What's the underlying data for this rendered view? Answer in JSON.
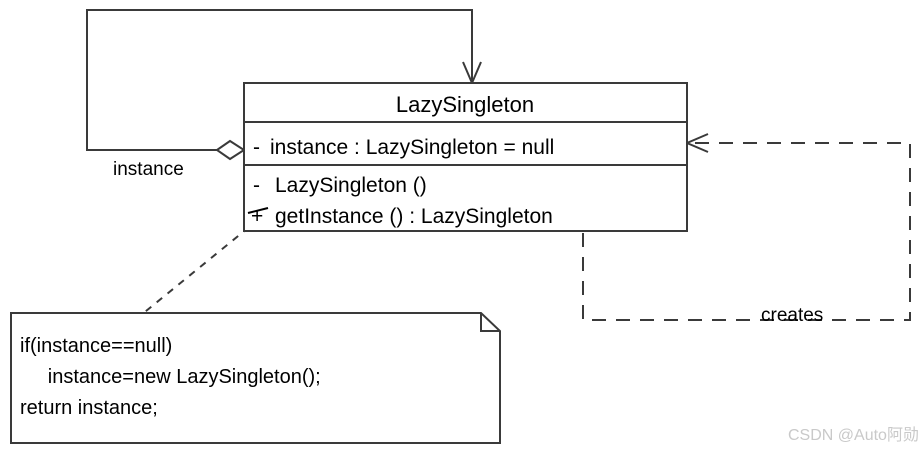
{
  "diagram": {
    "title": "LazySingleton UML Class Diagram",
    "class_box": {
      "name": "LazySingleton",
      "attributes": [
        {
          "visibility": "-",
          "text": "instance : LazySingleton  = null"
        }
      ],
      "operations": [
        {
          "visibility": "-",
          "text": "LazySingleton ()"
        },
        {
          "visibility": "+",
          "text": "getInstance ()      : LazySingleton"
        }
      ]
    },
    "note": {
      "lines": [
        "if(instance==null)",
        "     instance=new LazySingleton();",
        "return instance;"
      ]
    },
    "relationships": [
      {
        "name": "association-aggregation",
        "label": "instance",
        "style": "solid",
        "marker": "hollow-diamond"
      },
      {
        "name": "dependency-creates",
        "label": "creates",
        "style": "dashed",
        "marker": "open-arrow"
      },
      {
        "name": "note-anchor",
        "label": "",
        "style": "dashed",
        "marker": "none"
      }
    ]
  },
  "watermark": {
    "text": "CSDN @Auto阿勋"
  },
  "colors": {
    "stroke": "#3a3a3a",
    "text": "#000000",
    "background": "#ffffff",
    "watermark": "#c9c9c9"
  }
}
